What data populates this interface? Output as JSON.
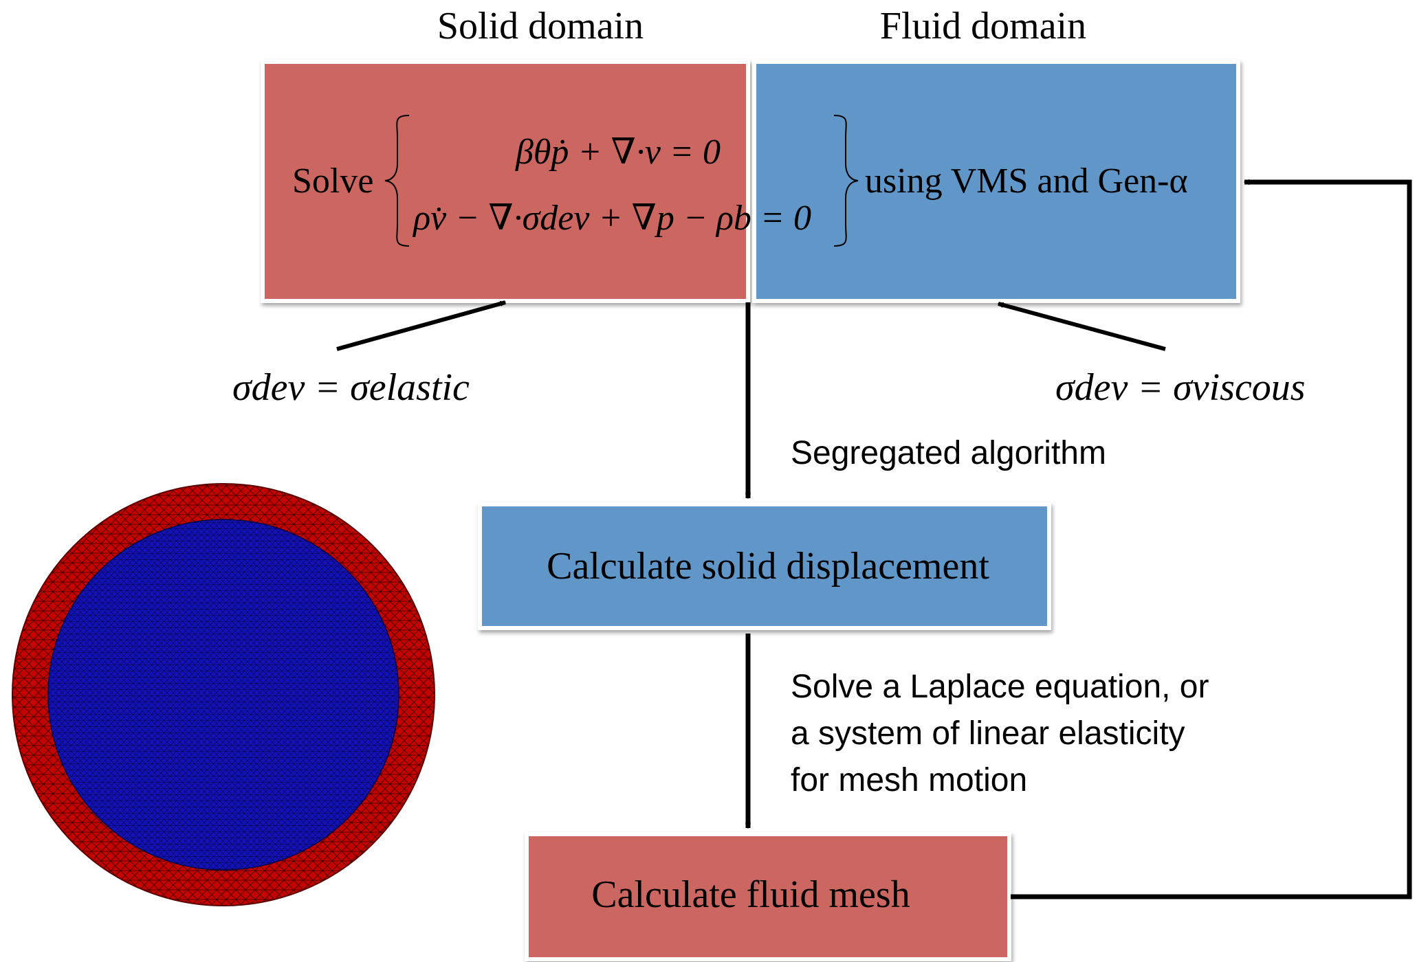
{
  "headers": {
    "solid": "Solid domain",
    "fluid": "Fluid domain"
  },
  "top_box": {
    "solve_word": "Solve",
    "eq1": "βθṗ + ∇·v = 0",
    "eq2": "ρv̇ − ∇·σdev + ∇p − ρb = 0",
    "using": "using VMS and Gen-α"
  },
  "annotations": {
    "solid_stress": "σdev = σelastic",
    "fluid_stress": "σdev = σviscous"
  },
  "steps": {
    "segregated": "Segregated algorithm",
    "displacement": "Calculate solid displacement",
    "mesh_motion_line1": "Solve a Laplace equation, or",
    "mesh_motion_line2": "a system of linear elasticity",
    "mesh_motion_line3": "for mesh motion",
    "fluid_mesh": "Calculate fluid mesh"
  },
  "colors": {
    "solid_box": "#cc6661",
    "fluid_box": "#6096c8",
    "mesh_outer": "#c40000",
    "mesh_inner": "#1010b8",
    "arrow": "#000000"
  }
}
